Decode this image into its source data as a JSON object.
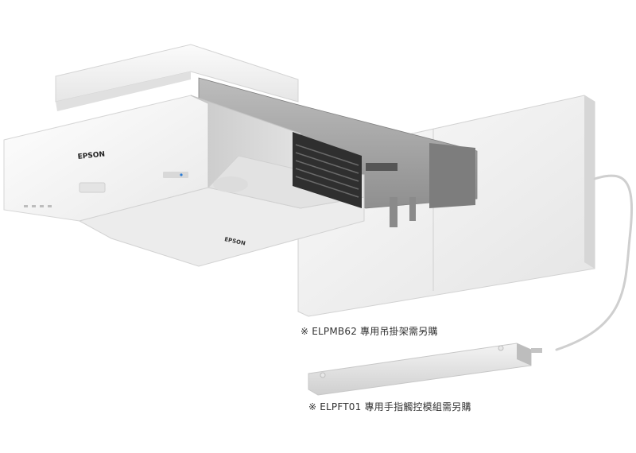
{
  "product": {
    "brand_front": "EPSON",
    "brand_bottom": "EPSON"
  },
  "captions": {
    "mount_note": "※ ELPMB62 專用吊掛架需另購",
    "touch_module_note": "※ ELPFT01 專用手指觸控模組需另購"
  },
  "colors": {
    "body_white": "#f4f4f4",
    "body_shadow": "#d9d9d9",
    "bracket_gray": "#a8a8a8",
    "vent_dark": "#3a3a3a",
    "caption_text": "#333333"
  }
}
